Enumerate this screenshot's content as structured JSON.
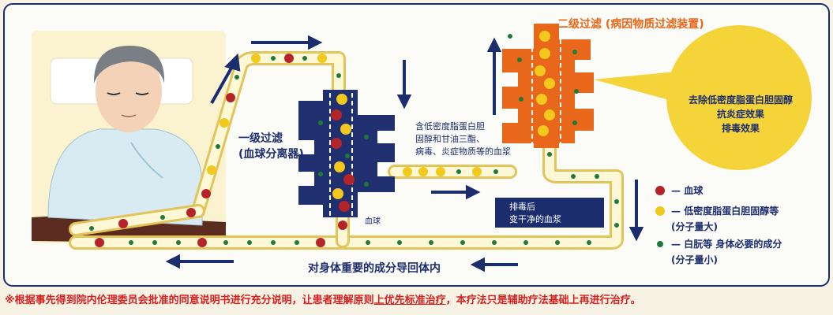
{
  "labels": {
    "first_filter_line1": "一级过滤",
    "first_filter_line2": "(血球分离器)",
    "second_filter": "二级过滤 (病因物质过滤装置)",
    "middle_desc_line1": "含低密度脂蛋白胆",
    "middle_desc_line2": "固醇和甘油三酯、",
    "middle_desc_line3": "病毒、炎症物质等的血浆",
    "blood_cells": "血球",
    "clean_line1": "排毒后",
    "clean_line2": "变干净的血浆",
    "return_path": "对身体重要的成分导回体内"
  },
  "effects": {
    "line1": "去除低密度脂蛋白胆固醇",
    "line2": "抗炎症效果",
    "line3": "排毒效果"
  },
  "legend": {
    "items": [
      {
        "dash": "— ",
        "label": "血球",
        "color": "#b52429"
      },
      {
        "dash": "— ",
        "label": "低密度脂蛋白胆固醇等",
        "sub": "(分子量大)",
        "color": "#f2c81c"
      },
      {
        "dash": "— ",
        "label": "白朊等 身体必要的成分",
        "sub": "(分子量小)",
        "color": "#1f7a3a"
      }
    ]
  },
  "footnote": {
    "part1": "※根据事先得到院内伦理委员会批准的同意说明书进行充分说明，让患者理解原则",
    "underlined": "上优先标准治疗",
    "part2": "，本疗法只是辅助疗法基础上再进行治疗。"
  },
  "colors": {
    "navy": "#1c2d6e",
    "orange": "#e8671a",
    "yellow": "#f2c81c",
    "red": "#b52429",
    "green": "#1f7a3a",
    "tube": "#f3e7a0"
  }
}
